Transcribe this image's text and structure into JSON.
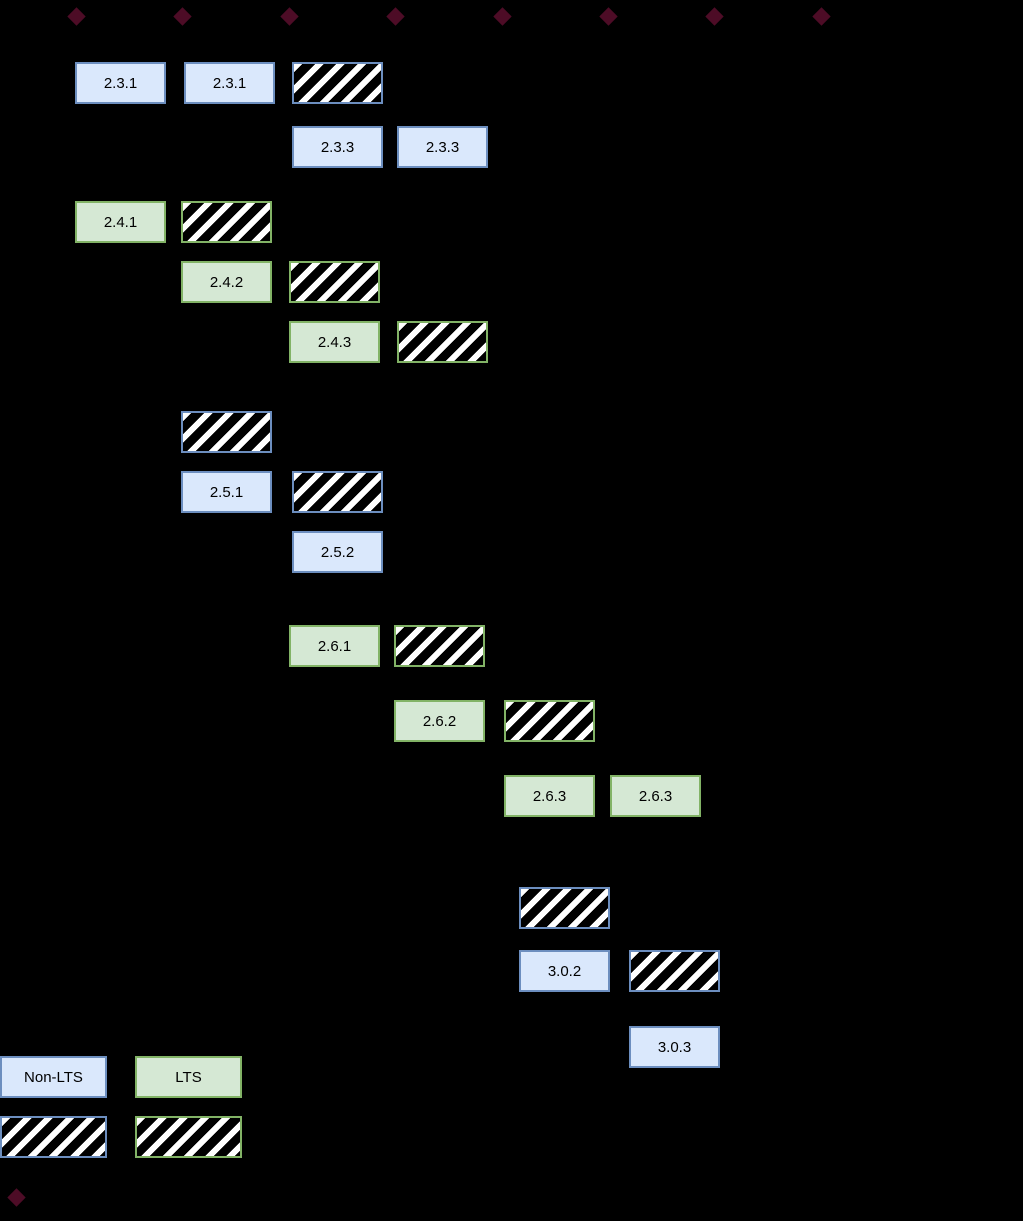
{
  "colors": {
    "background": "#000000",
    "non_lts_fill": "#dae8fc",
    "non_lts_border": "#6c8ebf",
    "lts_fill": "#d5e8d4",
    "lts_border": "#82b366",
    "hatch_fill": "#000000",
    "hatch_stripe": "#ffffff",
    "milestone": "#4d0c26",
    "label_text": "#000000"
  },
  "legend": {
    "non_lts": "Non-LTS",
    "lts": "LTS",
    "non_lts_hatched": "",
    "lts_hatched": ""
  },
  "boxes": [
    {
      "label": "2.3.1",
      "type": "non-lts"
    },
    {
      "label": "2.3.1",
      "type": "non-lts"
    },
    {
      "label": "",
      "type": "non-lts-planned"
    },
    {
      "label": "2.3.3",
      "type": "non-lts"
    },
    {
      "label": "2.3.3",
      "type": "non-lts"
    },
    {
      "label": "2.4.1",
      "type": "lts"
    },
    {
      "label": "",
      "type": "lts-planned"
    },
    {
      "label": "2.4.2",
      "type": "lts"
    },
    {
      "label": "",
      "type": "lts-planned"
    },
    {
      "label": "2.4.3",
      "type": "lts"
    },
    {
      "label": "",
      "type": "lts-planned"
    },
    {
      "label": "",
      "type": "non-lts-planned"
    },
    {
      "label": "2.5.1",
      "type": "non-lts"
    },
    {
      "label": "",
      "type": "non-lts-planned"
    },
    {
      "label": "2.5.2",
      "type": "non-lts"
    },
    {
      "label": "2.6.1",
      "type": "lts"
    },
    {
      "label": "",
      "type": "lts-planned"
    },
    {
      "label": "2.6.2",
      "type": "lts"
    },
    {
      "label": "",
      "type": "lts-planned"
    },
    {
      "label": "2.6.3",
      "type": "lts"
    },
    {
      "label": "2.6.3",
      "type": "lts"
    },
    {
      "label": "",
      "type": "non-lts-planned"
    },
    {
      "label": "3.0.2",
      "type": "non-lts"
    },
    {
      "label": "",
      "type": "non-lts-planned"
    },
    {
      "label": "3.0.3",
      "type": "non-lts"
    }
  ]
}
